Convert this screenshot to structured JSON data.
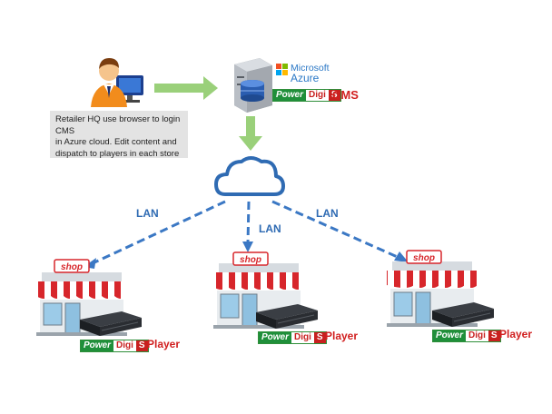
{
  "note": {
    "text": "Retailer HQ use browser to login CMS\nin Azure cloud. Edit content and\ndispatch to players in each store"
  },
  "cloud_vendor": {
    "line1": "Microsoft",
    "line2": "Azure"
  },
  "brand": {
    "part1": "Power",
    "part2": "Digi",
    "part3": "S"
  },
  "cms_label": "CMS",
  "lan_labels": [
    "LAN",
    "LAN",
    "LAN"
  ],
  "shops": [
    {
      "sign": "shop",
      "player_label": "Player"
    },
    {
      "sign": "shop",
      "player_label": "Player"
    },
    {
      "sign": "shop",
      "player_label": "Player"
    }
  ],
  "colors": {
    "arrow_green": "#9ad07a",
    "cloud_blue": "#2f6bb3",
    "dash_blue": "#3b78c4",
    "brand_red": "#d11f1f",
    "brand_green": "#1f8f3a",
    "awning_red": "#d7262b"
  }
}
